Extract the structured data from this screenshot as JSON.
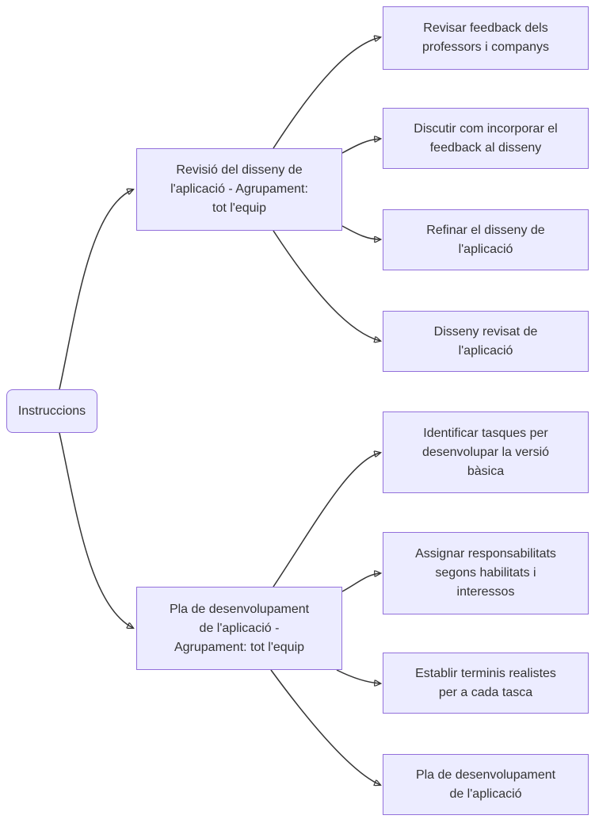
{
  "diagram": {
    "type": "flowchart",
    "direction": "left-to-right",
    "colors": {
      "node_fill": "#ECECFF",
      "node_border": "#9370DB",
      "edge": "#333333",
      "text": "#333333",
      "background": "#FFFFFF"
    },
    "root": {
      "label": "Instruccions"
    },
    "branches": [
      {
        "label": "Revisió del disseny de l'aplicació - Agrupament: tot l'equip",
        "lines": [
          "Revisió del disseny de",
          "l'aplicació - Agrupament:",
          "tot l'equip"
        ],
        "children": [
          {
            "label": "Revisar feedback dels professors i companys",
            "lines": [
              "Revisar feedback dels",
              "professors i companys"
            ]
          },
          {
            "label": "Discutir com incorporar el feedback al disseny",
            "lines": [
              "Discutir com incorporar el",
              "feedback al disseny"
            ]
          },
          {
            "label": "Refinar el disseny de l'aplicació",
            "lines": [
              "Refinar el disseny de",
              "l'aplicació"
            ]
          },
          {
            "label": "Disseny revisat de l'aplicació",
            "lines": [
              "Disseny revisat de",
              "l'aplicació"
            ]
          }
        ]
      },
      {
        "label": "Pla de desenvolupament de l'aplicació - Agrupament: tot l'equip",
        "lines": [
          "Pla de desenvolupament",
          "de l'aplicació -",
          "Agrupament: tot l'equip"
        ],
        "children": [
          {
            "label": "Identificar tasques per desenvolupar la versió bàsica",
            "lines": [
              "Identificar tasques per",
              "desenvolupar la versió",
              "bàsica"
            ]
          },
          {
            "label": "Assignar responsabilitats segons habilitats i interessos",
            "lines": [
              "Assignar responsabilitats",
              "segons habilitats i",
              "interessos"
            ]
          },
          {
            "label": "Establir terminis realistes per a cada tasca",
            "lines": [
              "Establir terminis realistes",
              "per a cada tasca"
            ]
          },
          {
            "label": "Pla de desenvolupament de l'aplicació",
            "lines": [
              "Pla de desenvolupament",
              "de l'aplicació"
            ]
          }
        ]
      }
    ]
  }
}
